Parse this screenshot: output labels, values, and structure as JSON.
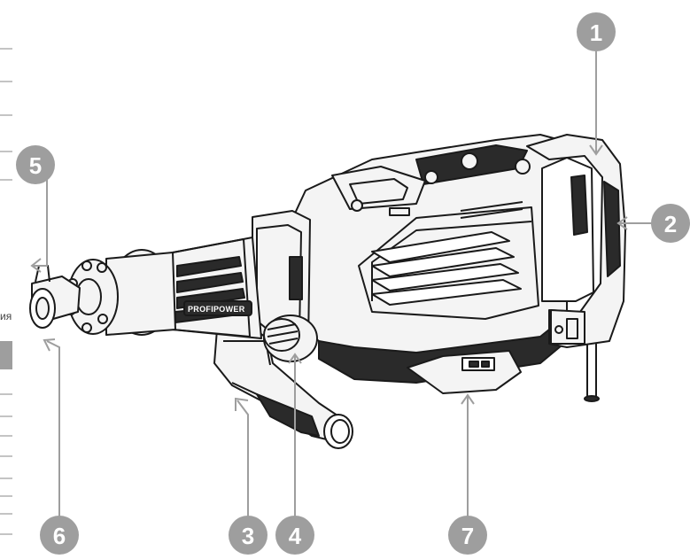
{
  "brand": "PROFIPOWER",
  "edge_fragment": "ия",
  "colors": {
    "callout": "#9e9e9e",
    "line": "#1a1a1a",
    "body_dark": "#2a2a2a",
    "body_light": "#f4f4f4"
  },
  "callouts": [
    {
      "number": "1",
      "part": "rear-handle-top"
    },
    {
      "number": "2",
      "part": "trigger-switch"
    },
    {
      "number": "3",
      "part": "side-handle"
    },
    {
      "number": "4",
      "part": "side-handle-knob"
    },
    {
      "number": "5",
      "part": "tool-retainer"
    },
    {
      "number": "6",
      "part": "chisel-socket"
    },
    {
      "number": "7",
      "part": "motor-housing-switch"
    }
  ]
}
